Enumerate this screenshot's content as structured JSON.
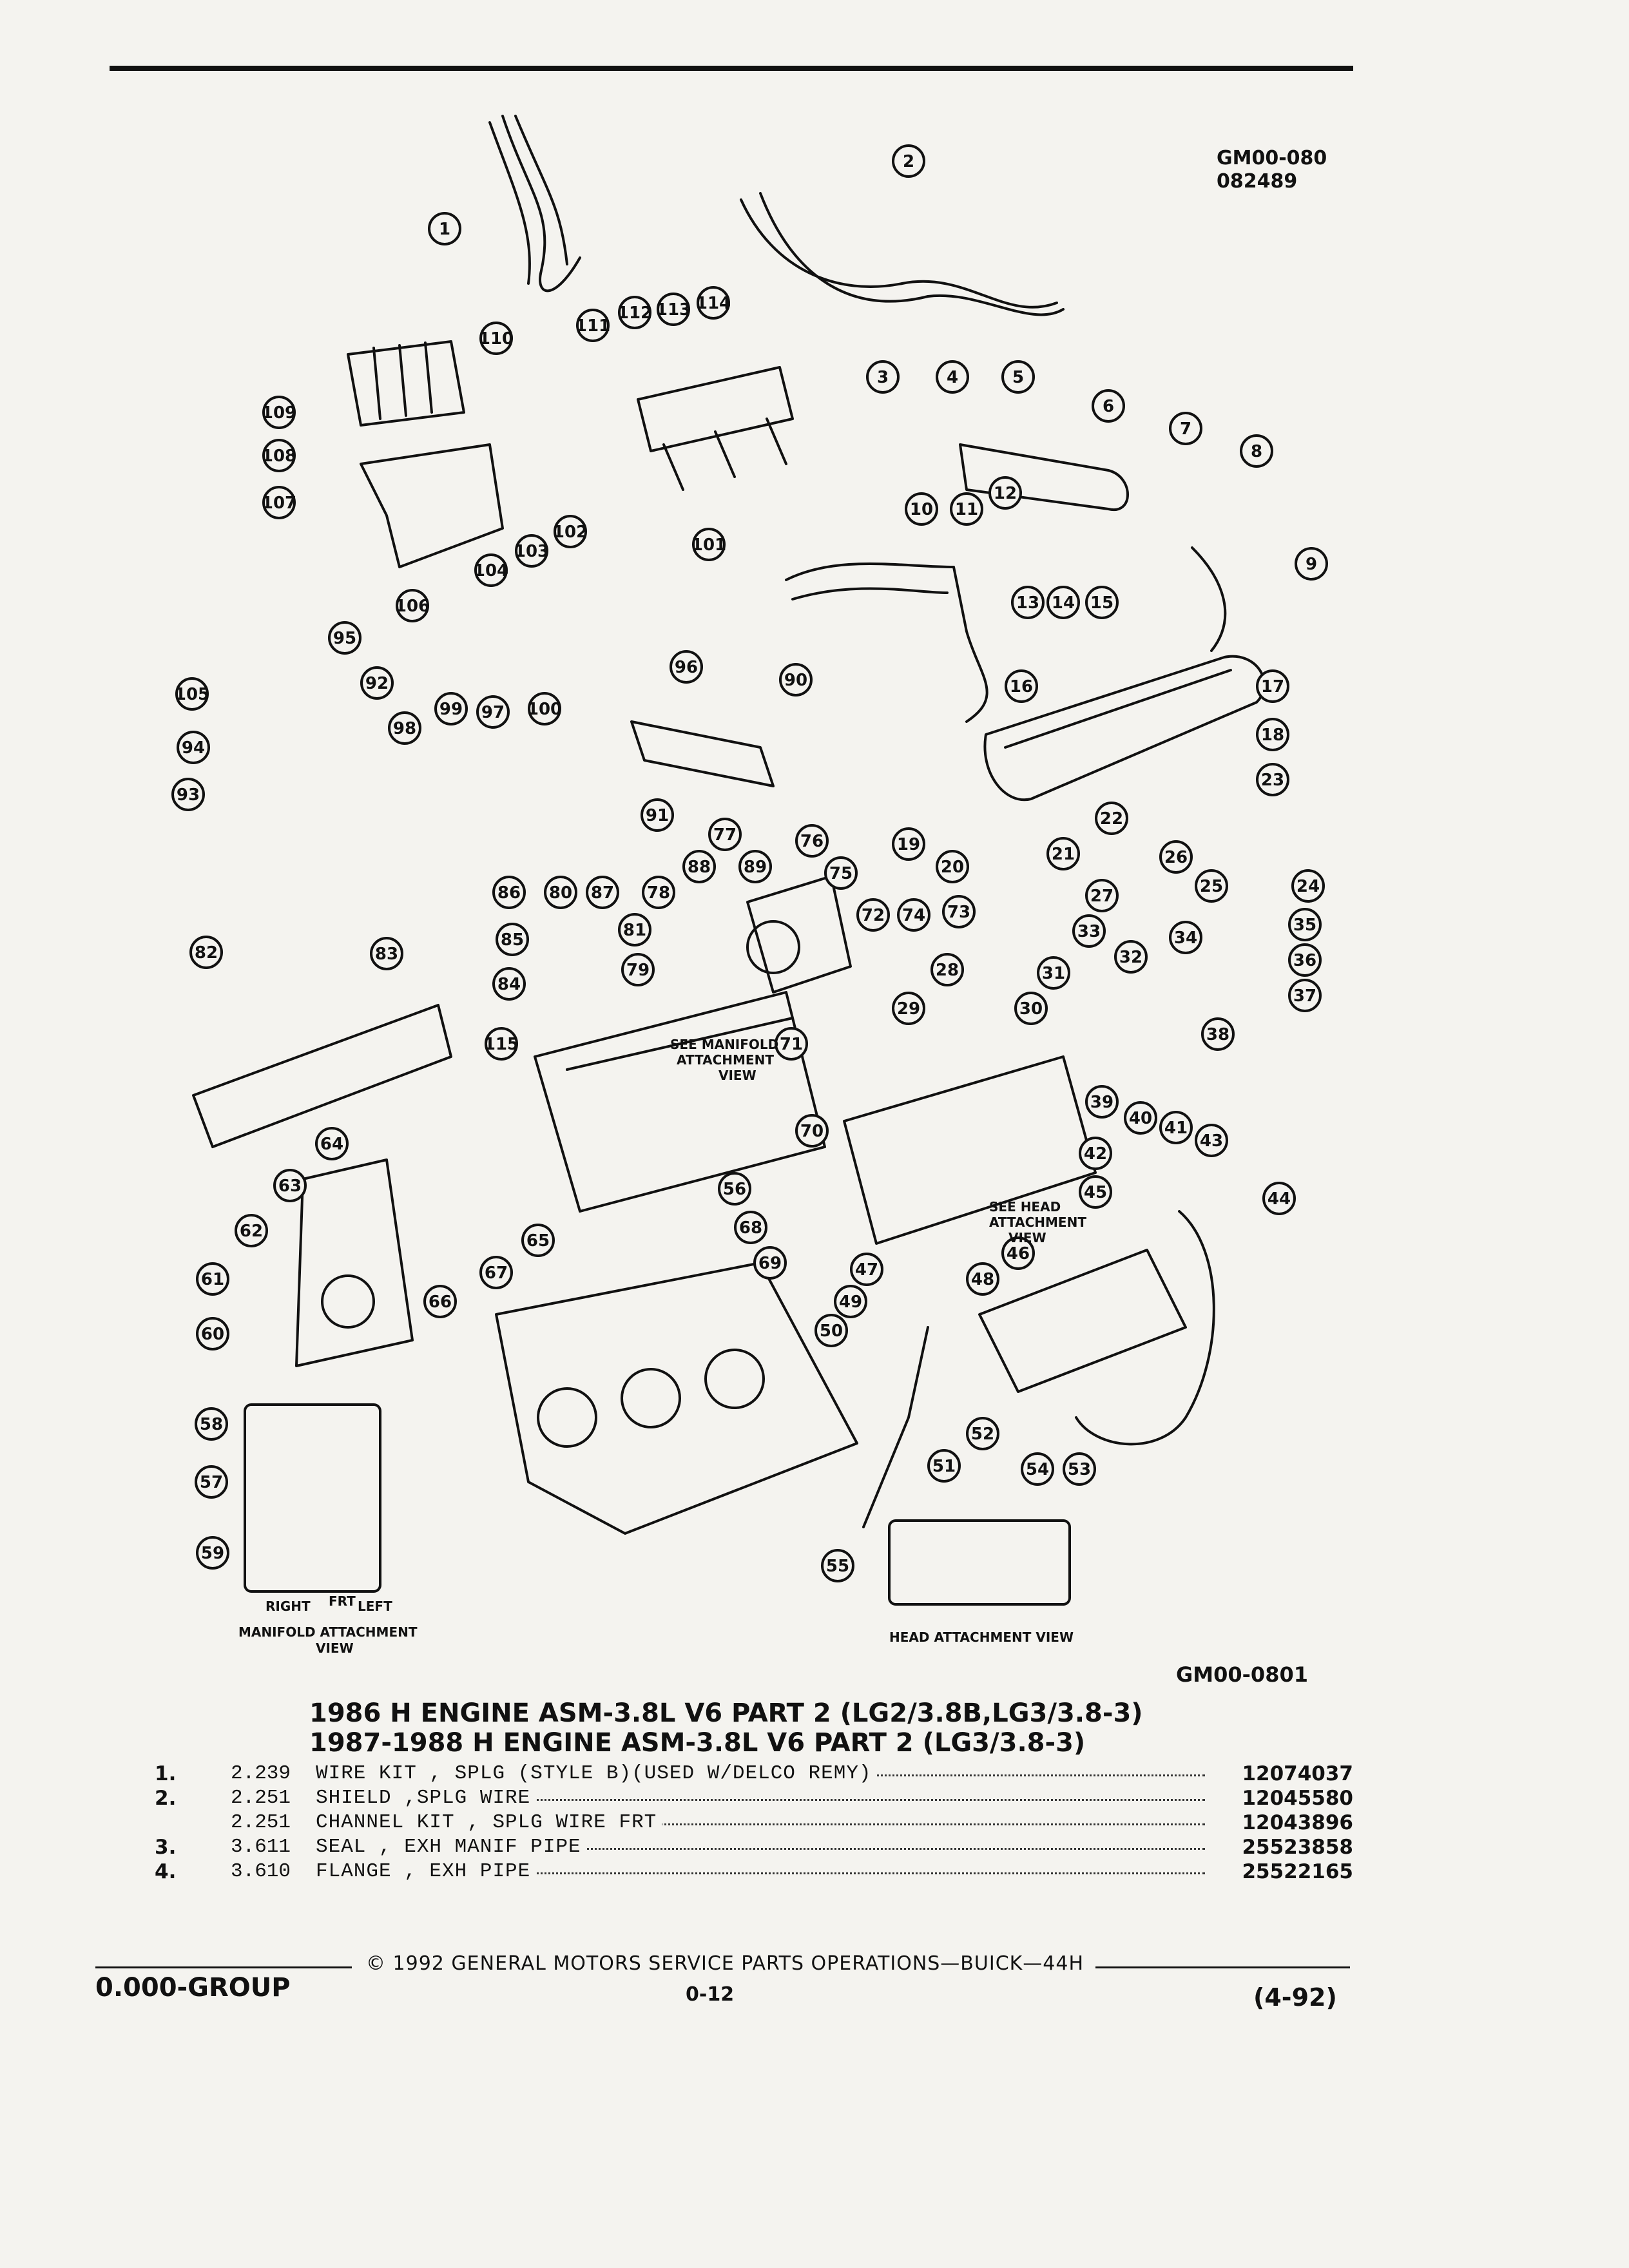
{
  "header": {
    "diagram_code_line1": "GM00-080",
    "diagram_code_line2": "082489"
  },
  "diagram": {
    "callouts": [
      "1",
      "2",
      "3",
      "4",
      "5",
      "6",
      "7",
      "8",
      "9",
      "10",
      "11",
      "12",
      "13",
      "14",
      "15",
      "16",
      "17",
      "18",
      "19",
      "20",
      "21",
      "22",
      "23",
      "24",
      "25",
      "26",
      "27",
      "28",
      "29",
      "30",
      "31",
      "32",
      "33",
      "34",
      "35",
      "36",
      "37",
      "38",
      "39",
      "40",
      "41",
      "42",
      "43",
      "44",
      "45",
      "46",
      "47",
      "48",
      "49",
      "50",
      "51",
      "52",
      "53",
      "54",
      "55",
      "56",
      "57",
      "58",
      "59",
      "60",
      "61",
      "62",
      "63",
      "64",
      "65",
      "66",
      "67",
      "68",
      "69",
      "70",
      "71",
      "72",
      "73",
      "74",
      "75",
      "76",
      "77",
      "78",
      "79",
      "80",
      "81",
      "82",
      "83",
      "84",
      "85",
      "86",
      "87",
      "88",
      "89",
      "90",
      "91",
      "92",
      "93",
      "94",
      "95",
      "96",
      "97",
      "98",
      "99",
      "100",
      "101",
      "102",
      "103",
      "104",
      "105",
      "106",
      "107",
      "108",
      "109",
      "110",
      "111",
      "112",
      "113",
      "114",
      "115"
    ],
    "manifold_note": [
      "SEE MANIFOLD",
      "ATTACHMENT",
      "VIEW"
    ],
    "head_note": [
      "SEE HEAD",
      "ATTACHMENT",
      "VIEW"
    ],
    "manifold_view": {
      "right_label": "RIGHT",
      "left_label": "LEFT",
      "front_label": "FRT",
      "caption_line1": "MANIFOLD ATTACHMENT",
      "caption_line2": "VIEW"
    },
    "head_view_caption": "HEAD ATTACHMENT VIEW",
    "figure_code": "GM00-0801"
  },
  "title": {
    "line1": "1986 H ENGINE ASM-3.8L V6 PART 2 (LG2/3.8B,LG3/3.8-3)",
    "line2": "1987-1988 H ENGINE ASM-3.8L V6 PART 2 (LG3/3.8-3)"
  },
  "parts": [
    {
      "index": "1.",
      "ref": "2.239",
      "description": "WIRE KIT , SPLG (STYLE B)(USED W/DELCO REMY)",
      "part_number": "12074037"
    },
    {
      "index": "2.",
      "ref": "2.251",
      "description": "SHIELD ,SPLG WIRE",
      "part_number": "12045580"
    },
    {
      "index": "",
      "ref": "2.251",
      "description": "CHANNEL KIT , SPLG WIRE FRT",
      "part_number": "12043896"
    },
    {
      "index": "3.",
      "ref": "3.611",
      "description": "SEAL , EXH MANIF PIPE",
      "part_number": "25523858"
    },
    {
      "index": "4.",
      "ref": "3.610",
      "description": "FLANGE , EXH PIPE",
      "part_number": "25522165"
    }
  ],
  "footer": {
    "copyright": "© 1992 GENERAL MOTORS SERVICE PARTS OPERATIONS—BUICK—44H",
    "group": "0.000-GROUP",
    "page": "0-12",
    "date": "(4-92)"
  }
}
